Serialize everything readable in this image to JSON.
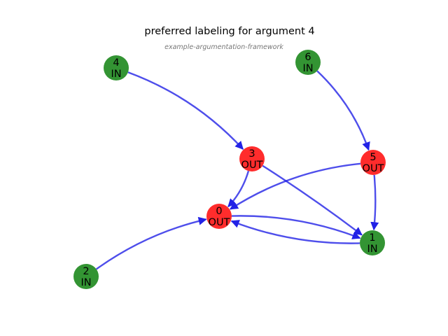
{
  "title": "preferred labeling for argument 4",
  "subtitle": "example-argumentation-framework",
  "colors": {
    "in": "#228b22",
    "out": "#ff1a1a",
    "edge": "#2222e6"
  },
  "nodes": [
    {
      "id": "0",
      "label": "OUT"
    },
    {
      "id": "1",
      "label": "IN"
    },
    {
      "id": "2",
      "label": "IN"
    },
    {
      "id": "3",
      "label": "OUT"
    },
    {
      "id": "4",
      "label": "IN"
    },
    {
      "id": "5",
      "label": "OUT"
    },
    {
      "id": "6",
      "label": "IN"
    }
  ],
  "edges": [
    {
      "from": "4",
      "to": "3"
    },
    {
      "from": "6",
      "to": "5"
    },
    {
      "from": "3",
      "to": "0"
    },
    {
      "from": "3",
      "to": "1"
    },
    {
      "from": "5",
      "to": "0"
    },
    {
      "from": "5",
      "to": "1"
    },
    {
      "from": "0",
      "to": "1"
    },
    {
      "from": "1",
      "to": "0"
    },
    {
      "from": "2",
      "to": "0"
    }
  ]
}
